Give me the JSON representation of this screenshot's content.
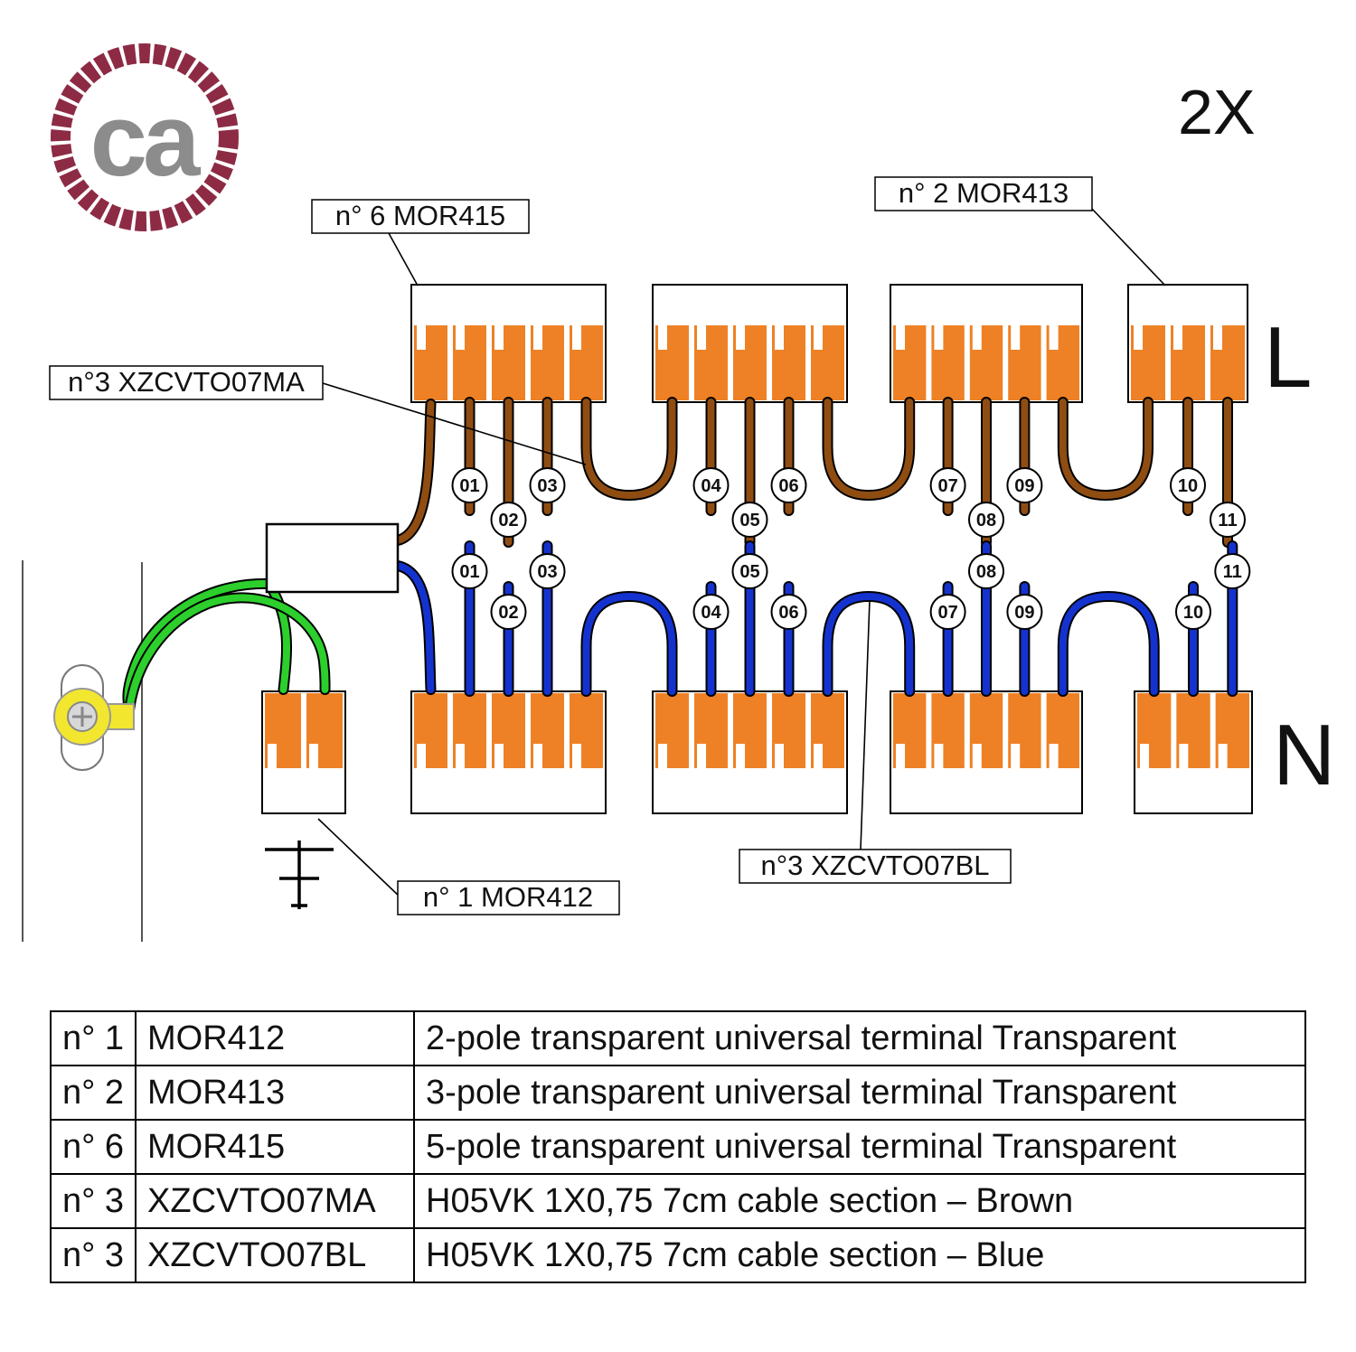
{
  "logo": {
    "text": "ca",
    "ring_color": "#8D2B45",
    "text_color": "#8C8C8C"
  },
  "quantity": "2X",
  "line_labels": {
    "live": "L",
    "neutral": "N"
  },
  "callouts": {
    "mor415": "n° 6 MOR415",
    "mor413": "n° 2 MOR413",
    "xzcvto07ma": "n°3 XZCVTO07MA",
    "xzcvto07bl": "n°3 XZCVTO07BL",
    "mor412": "n° 1 MOR412"
  },
  "wire_numbers": {
    "top": [
      "01",
      "02",
      "03",
      "04",
      "05",
      "06",
      "07",
      "08",
      "09",
      "10",
      "11"
    ],
    "bottom": [
      "01",
      "02",
      "03",
      "04",
      "05",
      "06",
      "07",
      "08",
      "09",
      "10",
      "11"
    ]
  },
  "colors": {
    "terminal_orange": "#EE8125",
    "wire_brown": "#8F4D12",
    "wire_blue": "#1433CE",
    "wire_green": "#2CCF2C",
    "terminal_yellow": "#F2E72E"
  },
  "table": {
    "rows": [
      [
        "n° 1",
        "MOR412",
        "2-pole transparent universal terminal Transparent"
      ],
      [
        "n° 2",
        "MOR413",
        "3-pole transparent universal terminal Transparent"
      ],
      [
        "n° 6",
        "MOR415",
        "5-pole transparent universal terminal Transparent"
      ],
      [
        "n° 3",
        "XZCVTO07MA",
        "H05VK 1X0,75 7cm cable section – Brown"
      ],
      [
        "n° 3",
        "XZCVTO07BL",
        "H05VK 1X0,75 7cm cable section – Blue"
      ]
    ]
  }
}
